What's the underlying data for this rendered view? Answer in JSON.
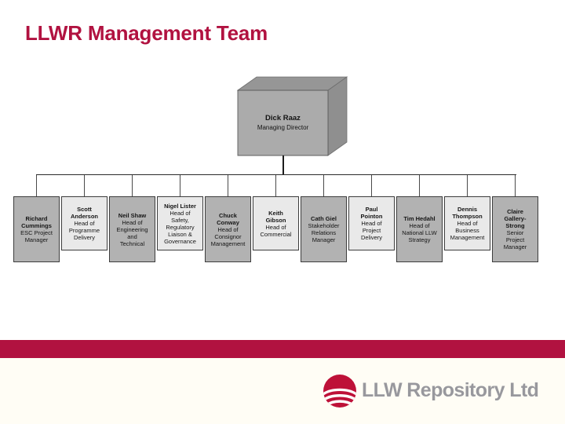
{
  "slide": {
    "title": "LLWR Management Team",
    "colors": {
      "accent_crimson": "#b11240",
      "logo_red": "#be1138",
      "dark_box": "#b2b2b2",
      "light_box": "#e9e9e9",
      "logo_text_gray": "#98989d"
    }
  },
  "org_chart": {
    "root": {
      "name": "Dick Raaz",
      "role": "Managing Director"
    },
    "reports": [
      {
        "name": "Richard Cummings",
        "role": "ESC Project Manager",
        "shade": "dark"
      },
      {
        "name": "Scott Anderson",
        "role": "Head of Programme Delivery",
        "shade": "light"
      },
      {
        "name": "Neil Shaw",
        "role": "Head of Engineering and Technical",
        "shade": "dark"
      },
      {
        "name": "Nigel Lister",
        "role": "Head of Safety, Regulatory Liaison & Governance",
        "shade": "light"
      },
      {
        "name": "Chuck Conway",
        "role": "Head of Consignor Management",
        "shade": "dark"
      },
      {
        "name": "Keith Gibson",
        "role": "Head of Commercial",
        "shade": "light"
      },
      {
        "name": "Cath Giel",
        "role": "Stakeholder Relations Manager",
        "shade": "dark"
      },
      {
        "name": "Paul Pointon",
        "role": "Head of Project Delivery",
        "shade": "light"
      },
      {
        "name": "Tim Hedahl",
        "role": "Head of National LLW Strategy",
        "shade": "dark"
      },
      {
        "name": "Dennis Thompson",
        "role": "Head of Business Management",
        "shade": "light"
      },
      {
        "name": "Claire Gallery-Strong",
        "role": "Senior Project Manager",
        "shade": "dark"
      }
    ]
  },
  "footer": {
    "company_logo_text": "LLW Repository Ltd",
    "logo_icon": "globe-waves-icon"
  }
}
